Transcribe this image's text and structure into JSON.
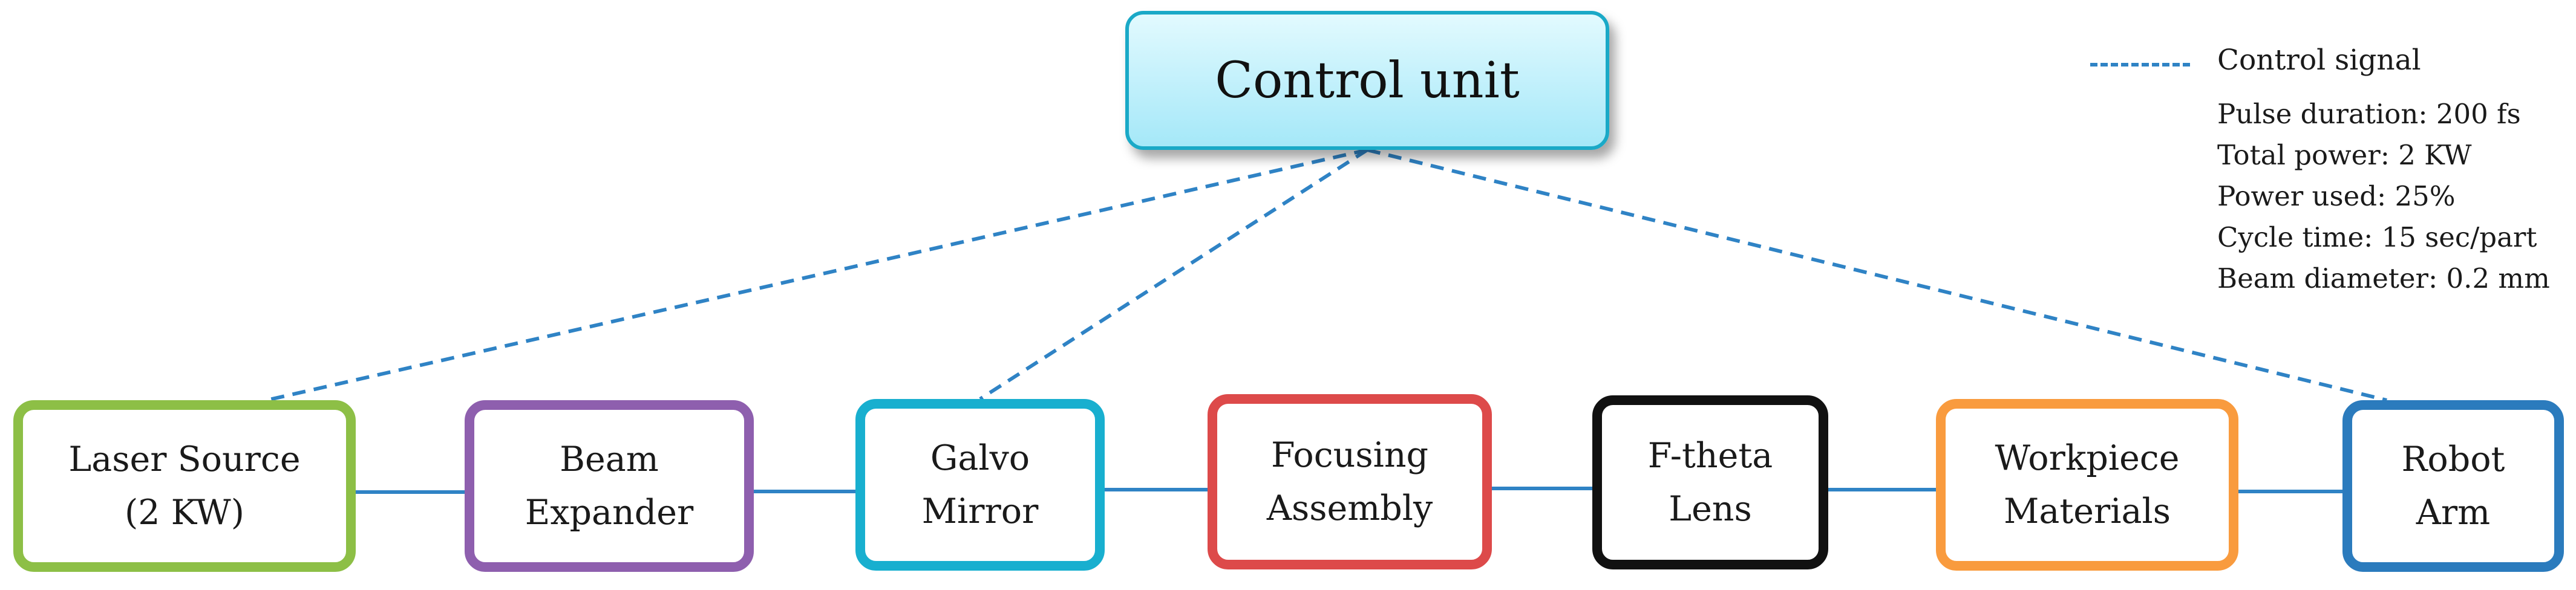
{
  "control_unit": {
    "label": "Control unit"
  },
  "legend": {
    "control_signal_label": "Control signal",
    "line_color": "#2f83c5",
    "parameters": [
      "Pulse duration: 200 fs",
      "Total power: 2 KW",
      "Power used: 25%",
      "Cycle time: 15 sec/part",
      "Beam diameter: 0.2 mm"
    ]
  },
  "components": [
    {
      "id": "laser-source",
      "lines": [
        "Laser Source",
        "(2 KW)"
      ],
      "color": "#8dbf46",
      "controlled": true
    },
    {
      "id": "beam-expander",
      "lines": [
        "Beam",
        "Expander"
      ],
      "color": "#8e5fae",
      "controlled": false
    },
    {
      "id": "galvo-mirror",
      "lines": [
        "Galvo",
        "Mirror"
      ],
      "color": "#18afcf",
      "controlled": true
    },
    {
      "id": "focusing-assembly",
      "lines": [
        "Focusing",
        "Assembly"
      ],
      "color": "#dd4a4a",
      "controlled": false
    },
    {
      "id": "f-theta-lens",
      "lines": [
        "F-theta",
        "Lens"
      ],
      "color": "#111111",
      "controlled": false
    },
    {
      "id": "workpiece-materials",
      "lines": [
        "Workpiece",
        "Materials"
      ],
      "color": "#f99b3e",
      "controlled": false
    },
    {
      "id": "robot-arm",
      "lines": [
        "Robot",
        "Arm"
      ],
      "color": "#2b7bbd",
      "controlled": true
    }
  ],
  "connector_color": "#2f83c5"
}
